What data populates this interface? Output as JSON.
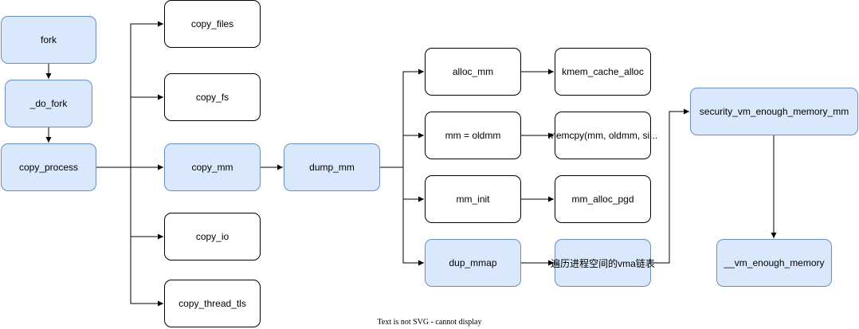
{
  "nodes": {
    "fork": "fork",
    "do_fork": "_do_fork",
    "copy_process": "copy_process",
    "copy_files": "copy_files",
    "copy_fs": "copy_fs",
    "copy_mm": "copy_mm",
    "copy_io": "copy_io",
    "copy_thread_tls": "copy_thread_tls",
    "dump_mm": "dump_mm",
    "alloc_mm": "alloc_mm",
    "mm_oldmm": "mm = oldmm",
    "mm_init": "mm_init",
    "dup_mmap": "dup_mmap",
    "kmem_cache_alloc": "kmem_cache_alloc",
    "memcpy": "memcpy(mm, oldmm, si...",
    "mm_alloc_pgd": "mm_alloc_pgd",
    "vma_traverse": "遍历进程空间的vma链表",
    "security_vm_enough_memory_mm": "security_vm_enough_memory_mm",
    "vm_enough_memory": "__vm_enough_memory"
  },
  "footer": "Text is not SVG - cannot display",
  "colors": {
    "highlight_fill": "#dae8fc",
    "highlight_stroke": "#6c8ebf",
    "default_fill": "#ffffff",
    "default_stroke": "#000000"
  }
}
